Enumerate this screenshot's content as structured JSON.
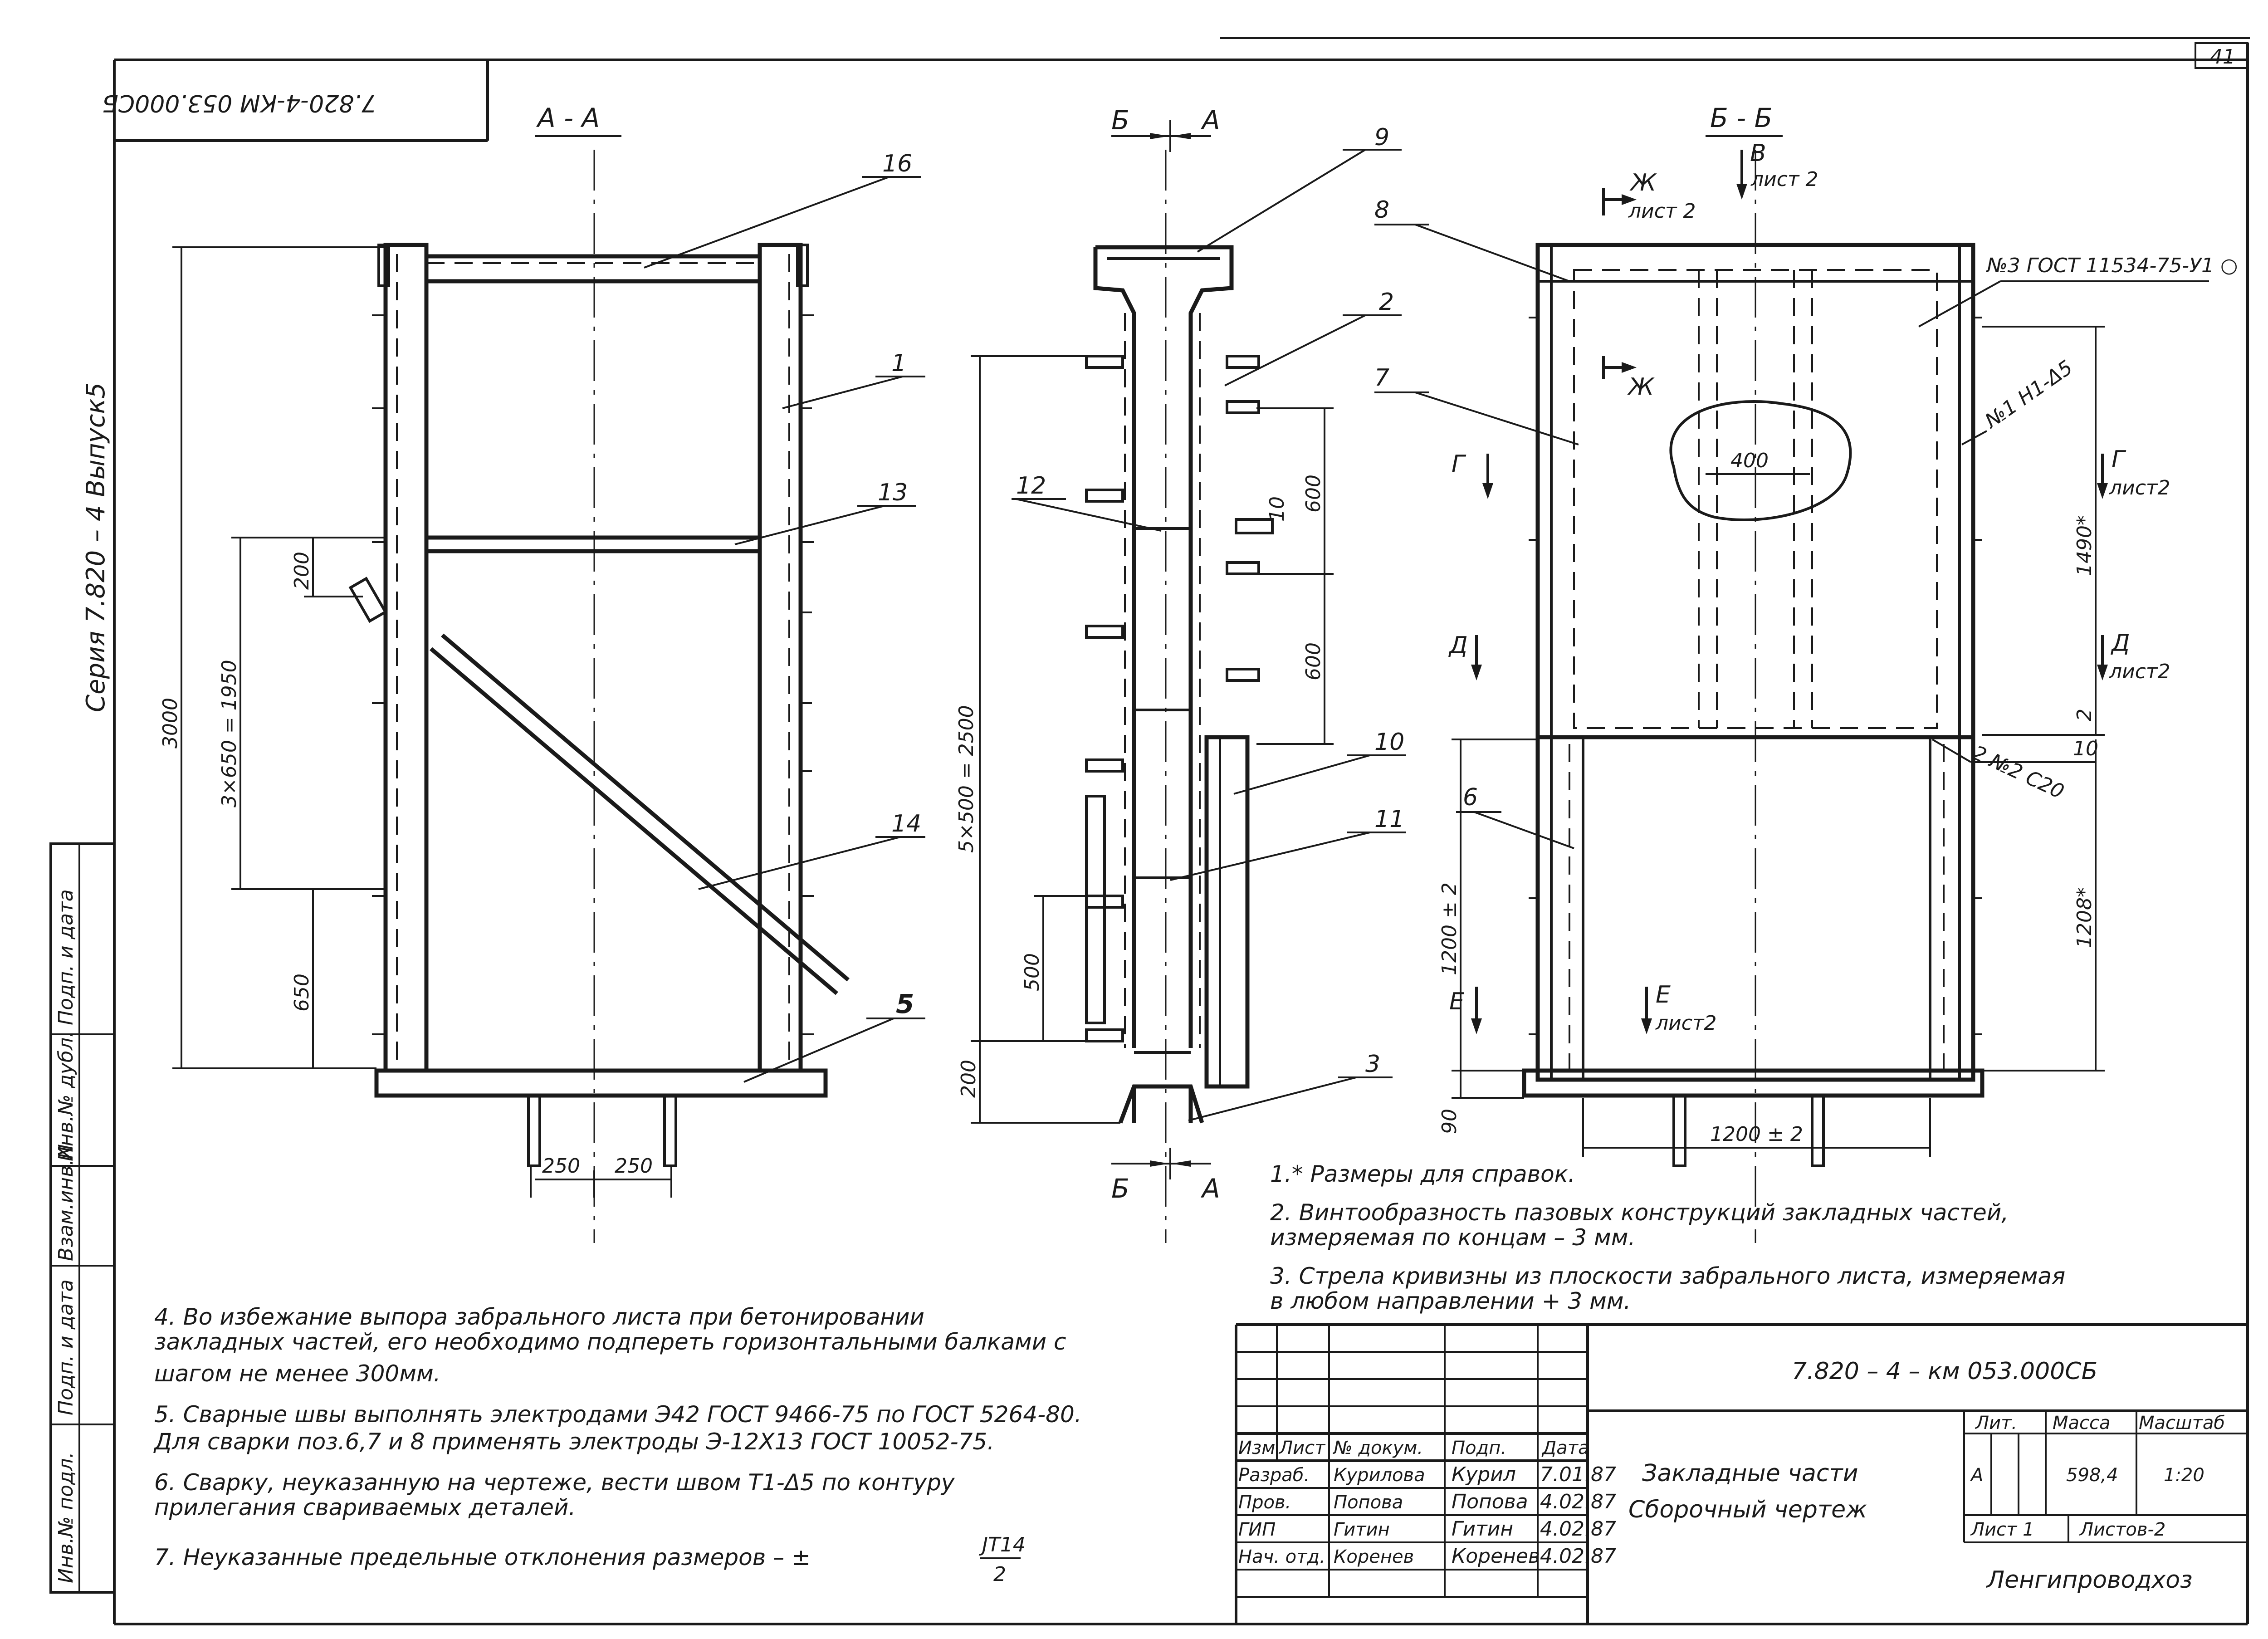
{
  "sheet_number": "41",
  "stamp_code": "7.820-4-КМ 053.000СБ",
  "series_line": "Серия   7.820 – 4   Выпуск5",
  "side_stamp": [
    "Подп. и дата",
    "Инв.№ дубл.",
    "Взам.инв.N",
    "Подп. и дата",
    "Инв.№ подл."
  ],
  "views": {
    "aa": {
      "title": "А - А",
      "callouts": [
        "16",
        "1",
        "13",
        "14",
        "5"
      ],
      "dims": [
        "3000",
        "200",
        "3×650 = 1950",
        "650",
        "250",
        "250"
      ]
    },
    "bb_side": {
      "title_left": "Б",
      "title_right": "А",
      "bottom_left": "Б",
      "bottom_right": "А",
      "callouts": [
        "9",
        "2",
        "12",
        "10",
        "11",
        "3"
      ],
      "dims": [
        "5×500 = 2500",
        "600",
        "10",
        "600",
        "500",
        "200"
      ]
    },
    "b_b": {
      "title": "Б - Б",
      "callouts": [
        "8",
        "7",
        "6"
      ],
      "section_marks": [
        {
          "letter": "В",
          "ref": "лист 2"
        },
        {
          "letter": "Ж",
          "ref": "лист 2"
        },
        {
          "letter": "Ж",
          "ref": ""
        },
        {
          "letter": "Г",
          "ref": ""
        },
        {
          "letter": "Г",
          "ref": "лист2"
        },
        {
          "letter": "Д",
          "ref": ""
        },
        {
          "letter": "Д",
          "ref": "лист2"
        },
        {
          "letter": "Е",
          "ref": ""
        },
        {
          "letter": "Е",
          "ref": "лист2"
        }
      ],
      "weld_1": "№3  ГОСТ 11534-75-У1 ○",
      "weld_2": "№1 Н1-Δ5",
      "weld_3": "2 №2 С20",
      "weld_3_size": "10",
      "dims": [
        "400",
        "1490*",
        "2",
        "1200 ± 2",
        "1208*",
        "90",
        "1200 ± 2"
      ]
    }
  },
  "notes_right": [
    "1.* Размеры  для  справок.",
    "2. Винтообразность  пазовых  конструкций   закладных  частей,",
    "    измеряемая по концам  – 3 мм.",
    "3. Стрела  кривизны  из  плоскости  забрального   листа, измеряемая",
    "    в любом направлении  + 3 мм."
  ],
  "notes_left": [
    "4. Во избежание  выпора  забрального  листа   при  бетонировании",
    "    закладных частей, его необходимо подпереть горизонтальными   балками с",
    "    шагом не менее 300мм.",
    "5. Сварные  швы  выполнять    электродами  Э42  ГОСТ 9466-75 по  ГОСТ 5264-80.",
    "    Для сварки поз.6,7 и 8 применять электроды Э-12Х13 ГОСТ 10052-75.",
    "6. Сварку,  неуказанную    на  чертеже, вести швом Т1-Δ5   по контуру",
    "    прилегания  свариваемых  деталей.",
    "7. Неуказанные  предельные  отклонения   размеров – ±"
  ],
  "tolerance": {
    "num": "JT14",
    "den": "2"
  },
  "title_block": {
    "doc_code": "7.820 – 4 – км 053.000СБ",
    "title_1": "Закладные  части",
    "title_2": "Сборочный  чертеж",
    "head": [
      "Изм",
      "Лист",
      "№ докум.",
      "Подп.",
      "Дата"
    ],
    "rows": [
      [
        "Разраб.",
        "Курилова",
        "Курил",
        "7.01.87"
      ],
      [
        "Пров.",
        "Попова",
        "Попова",
        "4.02.87"
      ],
      [
        "ГИП",
        "Гитин",
        "Гитин",
        "4.02.87"
      ],
      [
        "Нач. отд.",
        "Коренев",
        "Коренев",
        "4.02.87"
      ]
    ],
    "lit_label": "Лит.",
    "lit_value": "А",
    "mass_label": "Масса",
    "mass_value": "598,4",
    "scale_label": "Масштаб",
    "scale_value": "1:20",
    "sheet_label": "Лист 1",
    "sheets_label": "Листов-2",
    "org": "Ленгипроводхоз"
  }
}
